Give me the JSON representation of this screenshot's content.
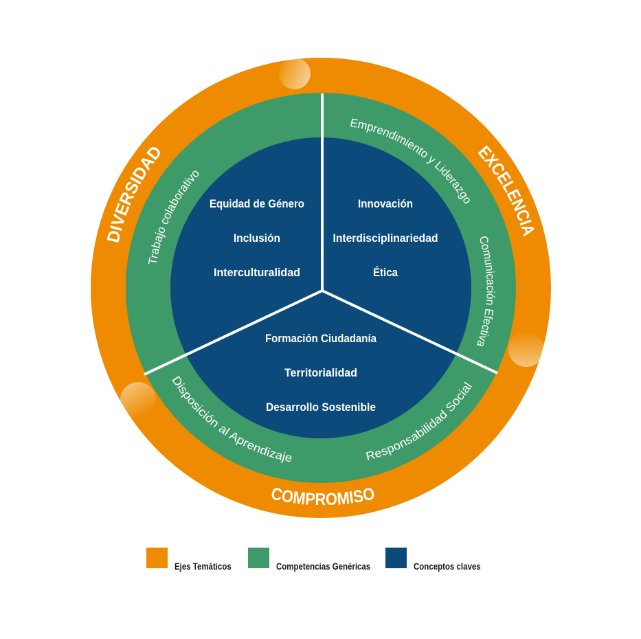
{
  "diagram": {
    "colors": {
      "ejes": "#EE8B00",
      "competencias": "#3F9A6A",
      "conceptos": "#0B4A7A",
      "divider": "#ffffff",
      "text": "#ffffff"
    },
    "ejes_tematicos": [
      {
        "id": "diversidad",
        "label": "DIVERSIDAD"
      },
      {
        "id": "excelencia",
        "label": "EXCELENCIA"
      },
      {
        "id": "compromiso",
        "label": "COMPROMISO"
      }
    ],
    "competencias_genericas": [
      {
        "id": "trabajo",
        "label": "Trabajo colaborativo"
      },
      {
        "id": "emprendimiento",
        "label": "Emprendimiento y Liderazgo"
      },
      {
        "id": "comunicacion",
        "label": "Comunicación Efectiva"
      },
      {
        "id": "responsabilidad",
        "label": "Responsabilidad Social"
      },
      {
        "id": "disposicion",
        "label": "Disposición al Aprendizaje"
      }
    ],
    "sectors": [
      {
        "id": "left",
        "concepts": [
          "Equidad de Género",
          "Inclusión",
          "Interculturalidad"
        ]
      },
      {
        "id": "right",
        "concepts": [
          "Innovación",
          "Interdisciplinariedad",
          "Ética"
        ]
      },
      {
        "id": "bottom",
        "concepts": [
          "Formación Ciudadanía",
          "Territorialidad",
          "Desarrollo Sostenible"
        ]
      }
    ]
  },
  "legend": {
    "items": [
      {
        "label": "Ejes Temáticos",
        "color": "#EE8B00"
      },
      {
        "label": "Competencias Genéricas",
        "color": "#3F9A6A"
      },
      {
        "label": "Conceptos claves",
        "color": "#0B4A7A"
      }
    ]
  }
}
